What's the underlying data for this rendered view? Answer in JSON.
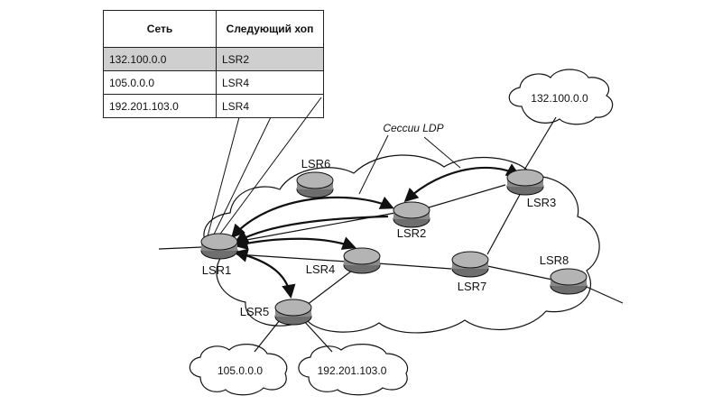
{
  "table": {
    "headers": [
      "Сеть",
      "Следующий хоп"
    ],
    "rows": [
      {
        "network": "132.100.0.0",
        "next_hop": "LSR2",
        "highlighted": true
      },
      {
        "network": "105.0.0.0",
        "next_hop": "LSR4",
        "highlighted": false
      },
      {
        "network": "192.201.103.0",
        "next_hop": "LSR4",
        "highlighted": false
      }
    ]
  },
  "sessions_label": "Сессии LDP",
  "routers": [
    {
      "id": "LSR1",
      "label": "LSR1"
    },
    {
      "id": "LSR2",
      "label": "LSR2"
    },
    {
      "id": "LSR3",
      "label": "LSR3"
    },
    {
      "id": "LSR4",
      "label": "LSR4"
    },
    {
      "id": "LSR5",
      "label": "LSR5"
    },
    {
      "id": "LSR6",
      "label": "LSR6"
    },
    {
      "id": "LSR7",
      "label": "LSR7"
    },
    {
      "id": "LSR8",
      "label": "LSR8"
    }
  ],
  "networks": [
    {
      "id": "net-132",
      "label": "132.100.0.0"
    },
    {
      "id": "net-105",
      "label": "105.0.0.0"
    },
    {
      "id": "net-192",
      "label": "192.201.103.0"
    }
  ],
  "colors": {
    "line": "#111111",
    "router_fill": "#8a8a8a",
    "router_top": "#b4b4b4",
    "highlight": "#cfcfcf"
  }
}
